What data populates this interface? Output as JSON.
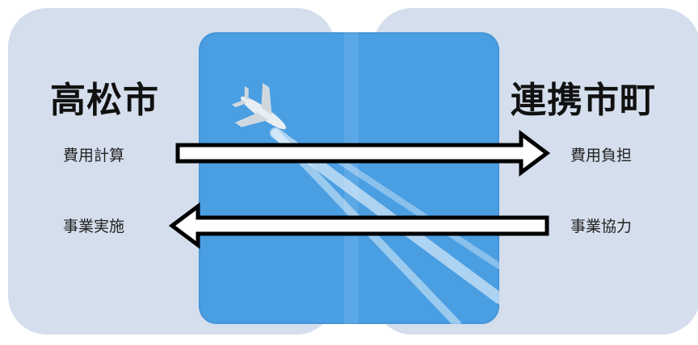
{
  "left": {
    "title": "高松市",
    "labels": [
      "費用計算",
      "事業実施"
    ]
  },
  "right": {
    "title": "連携市町",
    "labels": [
      "費用負担",
      "事業協力"
    ]
  },
  "colors": {
    "panel": "#cdd8e9",
    "sky": "#4a9ee2",
    "arrow_fill": "#ffffff",
    "arrow_stroke": "#000000"
  },
  "icons": [
    "airplane-icon",
    "contrail-illustration"
  ]
}
